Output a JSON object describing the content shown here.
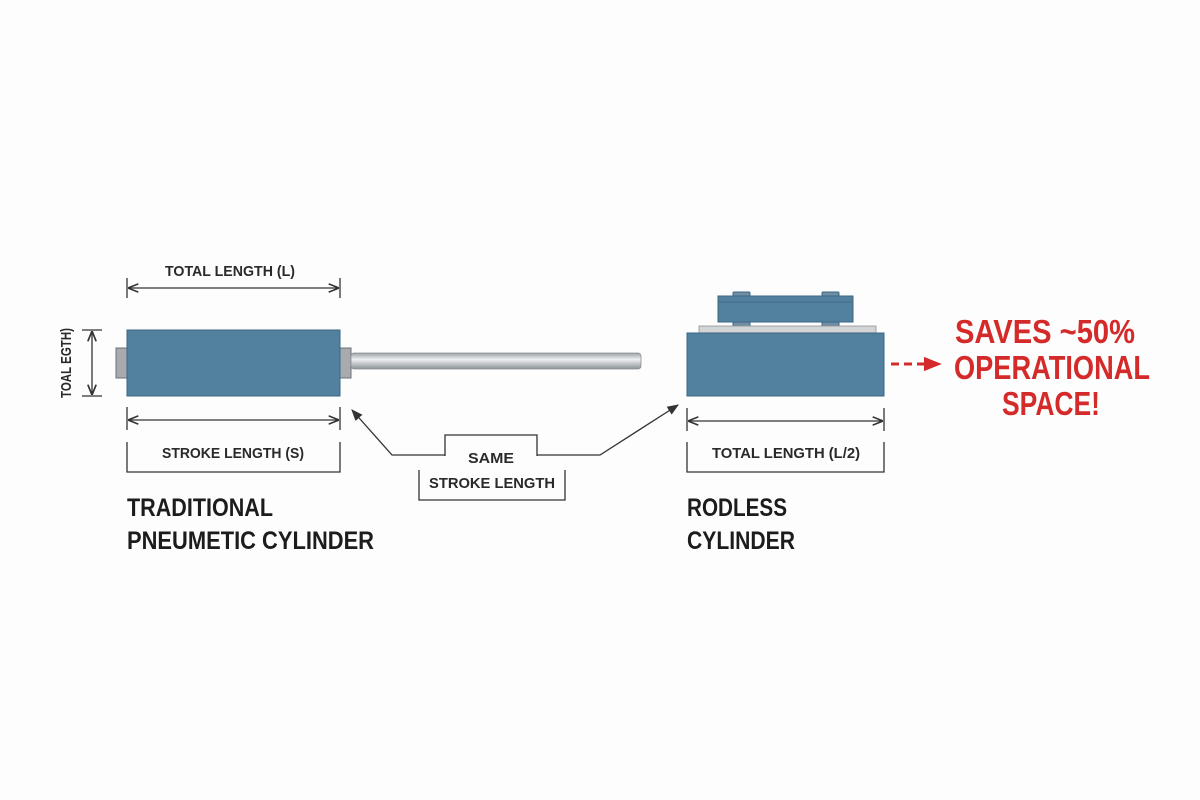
{
  "traditional": {
    "total_length_label": "TOTAL LENGTH (L)",
    "height_label": "TOAL EGTH)",
    "stroke_length_label": "STROKE LENGTH (S)",
    "title_line1": "TRADITIONAL",
    "title_line2": "PNEUMETIC CYLINDER"
  },
  "callout": {
    "line1": "SAME",
    "line2": "STROKE LENGTH"
  },
  "rodless": {
    "total_length_label": "TOTAL LENGTH (L/2)",
    "title_line1": "RODLESS",
    "title_line2": "CYLINDER"
  },
  "savings": {
    "line1": "SAVES ~50%",
    "line2": "OPERATIONAL",
    "line3": "SPACE!"
  },
  "colors": {
    "cylinder_body": "#52809f",
    "accent_red": "#d42a2a"
  }
}
